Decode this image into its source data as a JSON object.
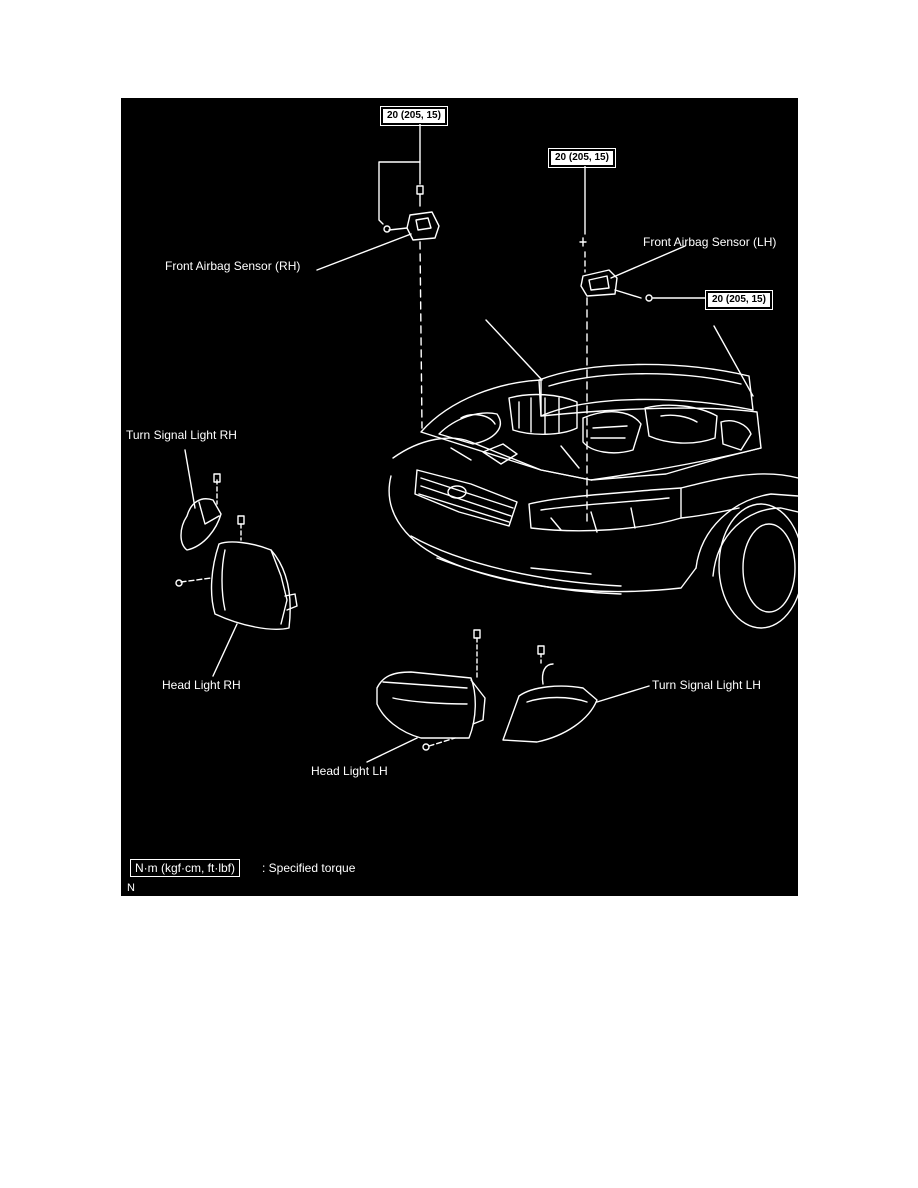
{
  "labels": {
    "airbag_rh": "Front Airbag Sensor (RH)",
    "airbag_lh": "Front Airbag Sensor (LH)",
    "turn_signal_rh": "Turn Signal Light RH",
    "turn_signal_lh": "Turn Signal Light LH",
    "head_light_rh": "Head Light RH",
    "head_light_lh": "Head Light LH"
  },
  "torque_specs": {
    "rh_sensor": "20 (205, 15)",
    "lh_sensor_top": "20 (205, 15)",
    "lh_sensor_side": "20 (205, 15)"
  },
  "legend": {
    "unit_box": "N·m (kgf·cm, ft·lbf)",
    "description": ": Specified torque"
  },
  "corner_mark": "N",
  "colors": {
    "background": "#000000",
    "linework": "#ffffff",
    "page": "#ffffff"
  }
}
